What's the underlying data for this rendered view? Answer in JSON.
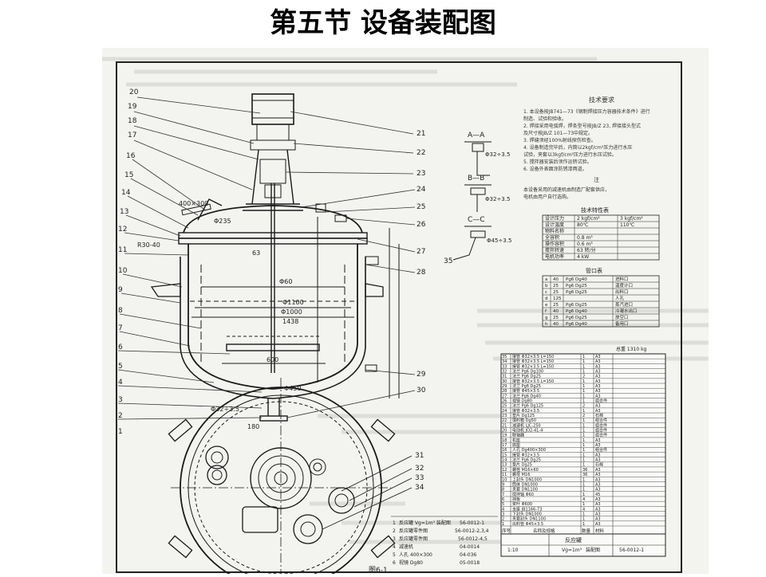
{
  "slide": {
    "title": "第五节 设备装配图"
  },
  "drawing": {
    "part_numbers_left": [
      "20",
      "19",
      "18",
      "17",
      "16",
      "15",
      "14",
      "13",
      "12",
      "11",
      "10",
      "9",
      "8",
      "7",
      "6",
      "5",
      "4",
      "3",
      "2",
      "1"
    ],
    "part_numbers_right": [
      "21",
      "22",
      "23",
      "24",
      "25",
      "26",
      "27",
      "28",
      "29",
      "30"
    ],
    "part_numbers_plan": [
      "31",
      "32",
      "33",
      "34"
    ],
    "dimensions": {
      "phi_235": "Φ235",
      "phi_60": "Φ60",
      "phi_1100": "Φ1100",
      "phi_1000": "Φ1000",
      "d_1438": "1438",
      "d_600": "600",
      "phi_450": "Φ450",
      "r_3040": "R30-40",
      "d_180": "180",
      "d_400x300": "400×300",
      "phi_32_35": "Φ32÷3.5",
      "d_63": "63"
    },
    "sections": {
      "aa": "A—A",
      "bb": "B—B",
      "cc": "C—C",
      "aa_dim": "Φ32÷3.5",
      "bb_dim": "Φ32÷3.5",
      "cc_dim": "Φ45÷3.5",
      "label_35": "35"
    },
    "notes": {
      "heading": "技术要求",
      "lines": [
        "1. 本设备按JB741—73《钢制焊接压力容器技术条件》进行",
        "   制造、试验和验收。",
        "2. 焊接采用电弧焊，焊条型号按JB/Z 23, 焊接接头型式",
        "   及尺寸按JB/Z 101—73中规定。",
        "3. 焊缝须经100%射线探伤检查。",
        "4. 设备制造完毕后，内筒以2kgf/cm²压力进行水压",
        "   试验，夹套以3kgf/cm²压力进行水压试验。",
        "5. 搅拌器安装后须作运转试验。",
        "6. 设备外表面涂防锈漆两道。"
      ],
      "note_heading": "注",
      "note_lines": [
        "本设备采用的减速机由制造厂配套供应，",
        "电机由用户自行选购。"
      ]
    },
    "spec_table": {
      "heading": "技术特性表",
      "rows": [
        [
          "设计压力",
          "2 kgf/cm²",
          "3 kgf/cm²"
        ],
        [
          "设计温度",
          "80℃",
          "110℃"
        ],
        [
          "物料名称",
          "",
          ""
        ],
        [
          "全容积",
          "0.8 m³",
          ""
        ],
        [
          "操作容积",
          "0.6 m³",
          ""
        ],
        [
          "搅拌转速",
          "63 转/分",
          ""
        ],
        [
          "电机功率",
          "4 kW",
          ""
        ]
      ]
    },
    "nozzle_table": {
      "heading": "管口表",
      "rows": [
        [
          "a",
          "40",
          "Pg6 Dg40",
          "进料口"
        ],
        [
          "b",
          "25",
          "Pg6 Dg25",
          "温度计口"
        ],
        [
          "c",
          "25",
          "Pg6 Dg25",
          "出料口"
        ],
        [
          "d",
          "125",
          "",
          "人孔"
        ],
        [
          "e",
          "25",
          "Pg6 Dg25",
          "蒸汽进口"
        ],
        [
          "f",
          "40",
          "Pg6 Dg40",
          "冷凝水出口"
        ],
        [
          "g",
          "25",
          "Pg6 Dg25",
          "放空口"
        ],
        [
          "h",
          "40",
          "Pg6 Dg40",
          "备用口"
        ]
      ]
    },
    "bom": {
      "heading": "总重 1310 kg",
      "rows": [
        [
          "35",
          "接管 Φ32×3.5 L=150",
          "1",
          "A3"
        ],
        [
          "34",
          "接管 Φ32×3.5 L=150",
          "1",
          "A3"
        ],
        [
          "33",
          "接管 Φ32×3.5 L=150",
          "1",
          "A3"
        ],
        [
          "32",
          "法兰 Pg6 Dg100",
          "1",
          "A3"
        ],
        [
          "31",
          "法兰 Pg6 Dg25",
          "2",
          "A3"
        ],
        [
          "30",
          "接管 Φ32×3.5 L=150",
          "1",
          "A3"
        ],
        [
          "29",
          "法兰 Pg6 Dg25",
          "1",
          "A3"
        ],
        [
          "28",
          "接管 Φ45×3.5",
          "1",
          "A3"
        ],
        [
          "27",
          "法兰 Pg6 Dg40",
          "1",
          "A3"
        ],
        [
          "26",
          "视镜 Dg80",
          "1",
          "组合件"
        ],
        [
          "25",
          "法兰 Pg6 Dg125",
          "2",
          "A3"
        ],
        [
          "24",
          "接管 Φ32×3.5",
          "1",
          "A3"
        ],
        [
          "23",
          "垫片 Dg125",
          "2",
          "石棉"
        ],
        [
          "22",
          "填料箱 Dg50",
          "1",
          "组合件"
        ],
        [
          "21",
          "减速机 LJC-250",
          "1",
          "组合件"
        ],
        [
          "20",
          "电动机 JO2-41-4",
          "1",
          "组合件"
        ],
        [
          "19",
          "联轴器",
          "1",
          "组合件"
        ],
        [
          "18",
          "机座",
          "1",
          "A3"
        ],
        [
          "17",
          "底座",
          "1",
          "A3"
        ],
        [
          "16",
          "人孔 Dg400×300",
          "1",
          "组合件"
        ],
        [
          "15",
          "接管 Φ32×3.5",
          "1",
          "A3"
        ],
        [
          "14",
          "法兰 Pg6 Dg25",
          "1",
          "A3"
        ],
        [
          "13",
          "垫片 Dg25",
          "1",
          "石棉"
        ],
        [
          "12",
          "螺栓 M16×60",
          "36",
          "A3"
        ],
        [
          "11",
          "螺母 M16",
          "36",
          "A3"
        ],
        [
          "10",
          "上封头 DN1000",
          "1",
          "A3"
        ],
        [
          "9",
          "筒体 DN1000",
          "1",
          "A3"
        ],
        [
          "8",
          "夹套 DN1100",
          "1",
          "A3"
        ],
        [
          "7",
          "搅拌轴 Φ60",
          "1",
          "45"
        ],
        [
          "6",
          "挡板",
          "4",
          "A3"
        ],
        [
          "5",
          "桨叶 Φ600",
          "1",
          "A3"
        ],
        [
          "4",
          "支座 JB1166-73",
          "4",
          "A3"
        ],
        [
          "3",
          "下封头 DN1000",
          "1",
          "A3"
        ],
        [
          "2",
          "夹套封头 DN1100",
          "1",
          "A3"
        ],
        [
          "1",
          "出料管 Φ45×3.5",
          "1",
          "A3"
        ]
      ],
      "ref_row": [
        "序号",
        "名称及规格",
        "数量",
        "材料"
      ]
    },
    "title_block": {
      "rows": [
        [
          "1",
          "反应罐 Vg=1m³ 装配图",
          "56-0012-1"
        ],
        [
          "2",
          "反应罐零件图",
          "56-0012-2,3,4"
        ],
        [
          "3",
          "反应罐零件图",
          "56-0012-4,5"
        ],
        [
          "4",
          "减速机",
          "04-0014"
        ],
        [
          "5",
          "人孔 400×300",
          "04-036"
        ],
        [
          "6",
          "视镜 Dg80",
          "05-0018"
        ]
      ],
      "name": "反应罐",
      "spec": "Vg=1m³",
      "sub": "装配图",
      "code": "56-0012-1",
      "scale": "1:10"
    },
    "caption": "图6-1"
  }
}
